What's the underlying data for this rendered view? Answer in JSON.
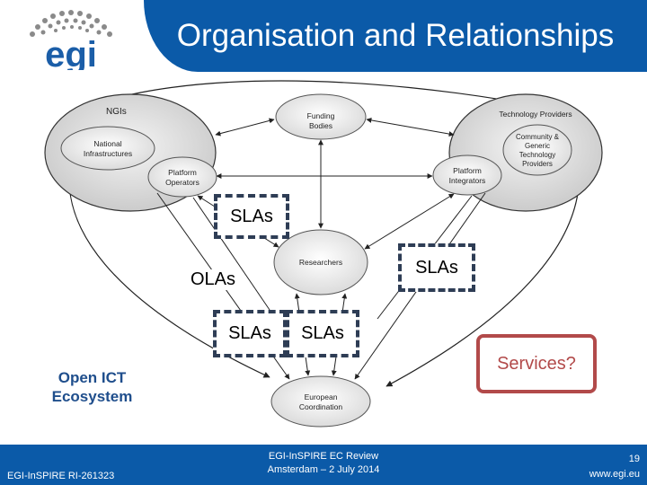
{
  "header": {
    "title": "Organisation and Relationships",
    "logo_text": "egi",
    "band_color": "#0b5aa8"
  },
  "diagram": {
    "ngis": "NGIs",
    "national_infrastructures": [
      "National",
      "Infrastructures"
    ],
    "platform_operators": [
      "Platform",
      "Operators"
    ],
    "funding_bodies": [
      "Funding",
      "Bodies"
    ],
    "technology_providers": "Technology Providers",
    "community_generic": [
      "Community &",
      "Generic",
      "Technology",
      "Providers"
    ],
    "platform_integrators": [
      "Platform",
      "Integrators"
    ],
    "researchers": "Researchers",
    "european_coordination": [
      "European",
      "Coordination"
    ]
  },
  "overlays": {
    "sla_top": "SLAs",
    "olas": "OLAs",
    "sla_right": "SLAs",
    "sla_bottom_left": "SLAs",
    "sla_bottom_right": "SLAs",
    "services": "Services?",
    "ecosystem": [
      "Open ICT",
      "Ecosystem"
    ]
  },
  "footer": {
    "grant": "EGI-InSPIRE RI-261323",
    "event_line1": "EGI-InSPIRE EC Review",
    "event_line2": "Amsterdam – 2 July 2014",
    "page": "19",
    "url": "www.egi.eu"
  }
}
